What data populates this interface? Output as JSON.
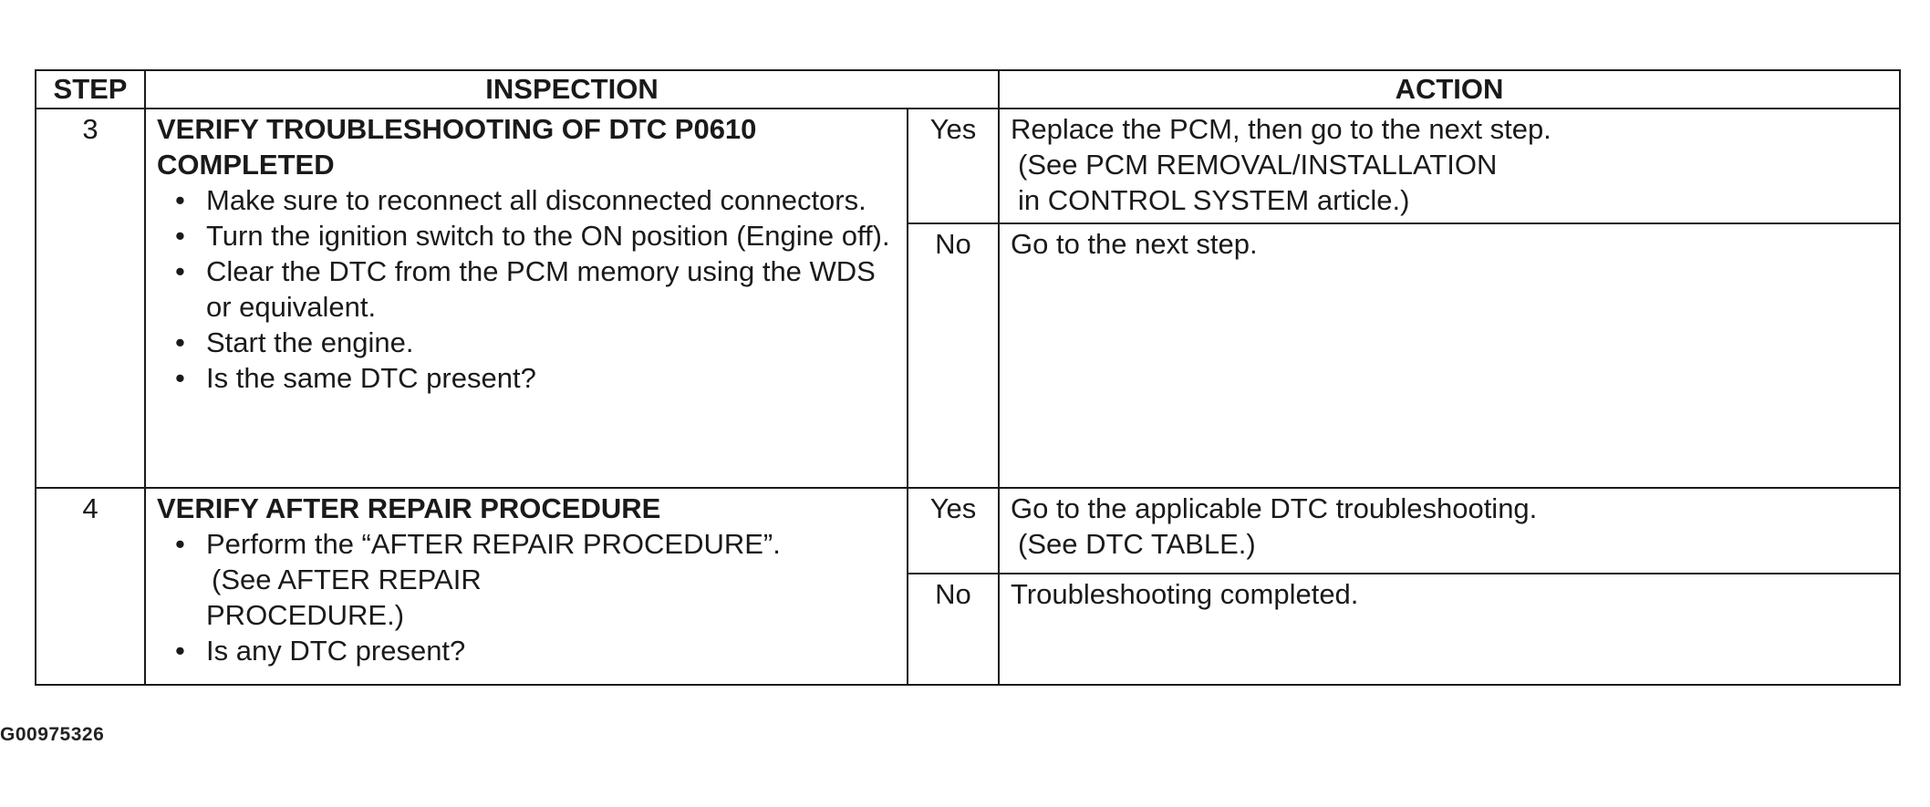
{
  "table": {
    "headers": {
      "step": "STEP",
      "inspection": "INSPECTION",
      "action": "ACTION"
    },
    "rows": [
      {
        "step": "3",
        "title_line1": "VERIFY TROUBLESHOOTING OF DTC P0610",
        "title_line2": "COMPLETED",
        "bullets": [
          "Make sure to reconnect all disconnected connectors.",
          "Turn the ignition switch to the ON position (Engine off).",
          "Clear the DTC from the PCM memory using the WDS or equivalent.",
          "Start the engine.",
          "Is the same DTC present?"
        ],
        "yes_label": "Yes",
        "yes_action": [
          "Replace the PCM, then go to the next step.",
          "(See  PCM REMOVAL/INSTALLATION",
          "in CONTROL SYSTEM article.)"
        ],
        "no_label": "No",
        "no_action": [
          "Go to the next step."
        ]
      },
      {
        "step": "4",
        "title_line1": "VERIFY AFTER REPAIR PROCEDURE",
        "bullet1": "Perform the “AFTER REPAIR PROCEDURE”.",
        "bullet1_note_line1": "(See AFTER REPAIR",
        "bullet1_note_line2": "PROCEDURE.)",
        "bullet2": "Is any DTC present?",
        "yes_label": "Yes",
        "yes_action": [
          "Go to the applicable DTC troubleshooting.",
          "(See  DTC TABLE.)"
        ],
        "no_label": "No",
        "no_action": [
          "Troubleshooting completed."
        ]
      }
    ]
  },
  "figure_id": "G00975326"
}
